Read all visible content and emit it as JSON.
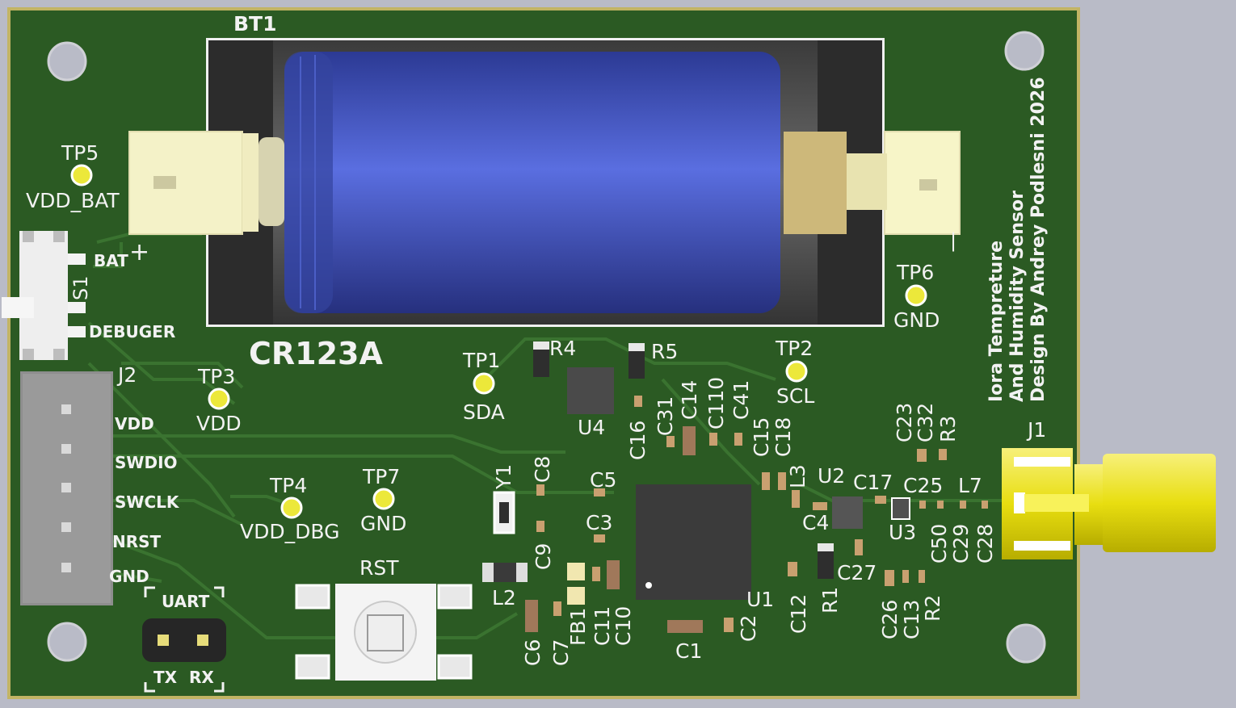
{
  "board": {
    "title_lines": [
      "Iora Tempreture",
      "And Humidity Sensor",
      "Design By Andrey Podlesni 2026"
    ],
    "battery_ref": "BT1",
    "battery_type": "CR123A",
    "battery_plus": "+",
    "battery_minus": "|"
  },
  "test_points": [
    {
      "ref": "TP5",
      "net": "VDD_BAT"
    },
    {
      "ref": "TP6",
      "net": "GND"
    },
    {
      "ref": "TP1",
      "net": "SDA"
    },
    {
      "ref": "TP2",
      "net": "SCL"
    },
    {
      "ref": "TP3",
      "net": "VDD"
    },
    {
      "ref": "TP4",
      "net": "VDD_DBG"
    },
    {
      "ref": "TP7",
      "net": "GND"
    }
  ],
  "switch": {
    "ref": "S1",
    "pos_a": "BAT",
    "pos_b": "DEBUGER"
  },
  "header_j2": {
    "ref": "J2",
    "pins": [
      "VDD",
      "SWDIO",
      "SWCLK",
      "NRST",
      "GND"
    ]
  },
  "uart": {
    "label": "UART",
    "tx": "TX",
    "rx": "RX"
  },
  "reset": {
    "label": "RST"
  },
  "connector_j1": {
    "ref": "J1"
  },
  "refdes": {
    "R4": "R4",
    "R5": "R5",
    "U4": "U4",
    "C16": "C16",
    "C31": "C31",
    "C14": "C14",
    "C110": "C110",
    "C41": "C41",
    "C15": "C15",
    "C18": "C18",
    "Y1": "Y1",
    "C8": "C8",
    "C5": "C5",
    "C3": "C3",
    "C9": "C9",
    "L2": "L2",
    "C6": "C6",
    "C7": "C7",
    "FB1": "FB1",
    "C11": "C11",
    "C10": "C10",
    "C1": "C1",
    "C2": "C2",
    "U1": "U1",
    "C12": "C12",
    "R1": "R1",
    "L3": "L3",
    "U2": "U2",
    "C4": "C4",
    "C17": "C17",
    "C25": "C25",
    "L7": "L7",
    "U3": "U3",
    "C23": "C23",
    "C32": "C32",
    "R3": "R3",
    "C27": "C27",
    "C50": "C50",
    "C29": "C29",
    "C28": "C28",
    "C26": "C26",
    "C13": "C13",
    "R2": "R2"
  },
  "colors": {
    "background": "#b9bbc7",
    "pcb": "#2b5a23",
    "pcb_edge": "#c8b464",
    "silkscreen": "#f2f2f2",
    "battery": "#3c4fb8",
    "sma_gold": "#f2ea16",
    "testpoint": "#ece83a"
  }
}
